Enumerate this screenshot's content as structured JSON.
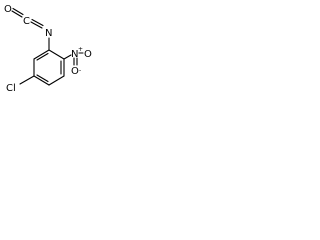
{
  "molecule": {
    "atoms": {
      "isocyanate_oxygen": "O",
      "isocyanate_carbon": "C",
      "isocyanate_nitrogen": "N",
      "nitro_nitrogen": "N",
      "nitro_plus": "+",
      "nitro_oxygen_right": "O",
      "nitro_oxygen_bottom": "O",
      "nitro_minus": "-",
      "chlorine": "Cl"
    }
  }
}
